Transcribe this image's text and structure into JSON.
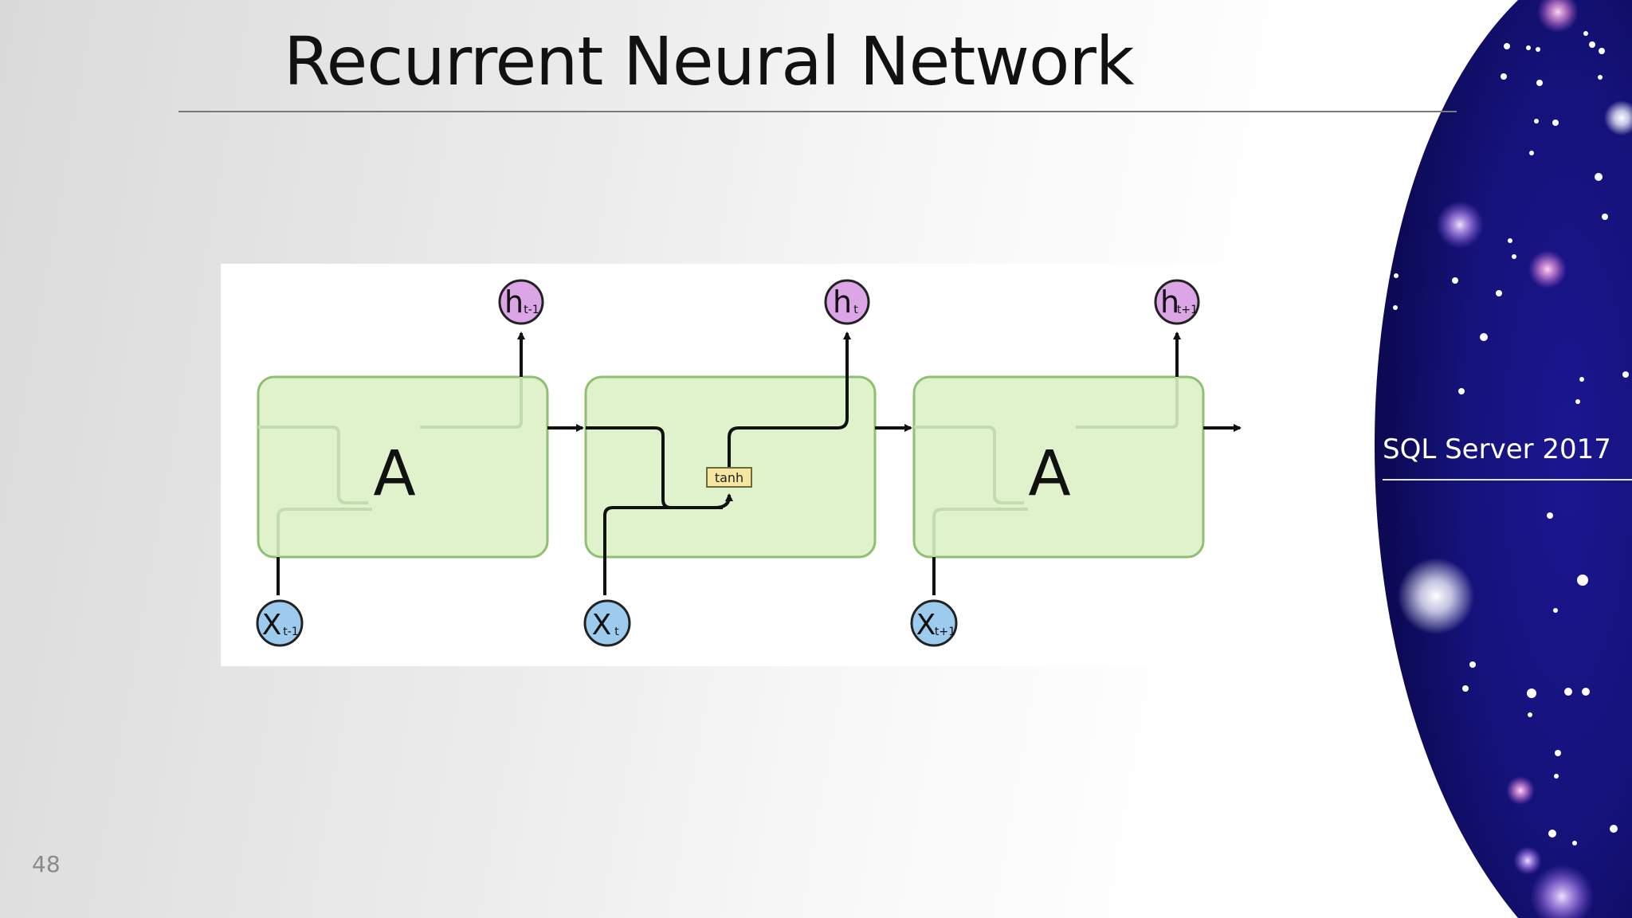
{
  "slide": {
    "title": "Recurrent Neural Network",
    "page_number": "48",
    "brand_text": "SQL Server 2017"
  },
  "diagram": {
    "cells": [
      {
        "label": "A"
      },
      {
        "label": ""
      },
      {
        "label": "A"
      }
    ],
    "activation_label": "tanh",
    "inputs": [
      {
        "base": "X",
        "sub": "t-1"
      },
      {
        "base": "X",
        "sub": "t"
      },
      {
        "base": "X",
        "sub": "t+1"
      }
    ],
    "outputs": [
      {
        "base": "h",
        "sub": "t-1"
      },
      {
        "base": "h",
        "sub": "t"
      },
      {
        "base": "h",
        "sub": "t+1"
      }
    ]
  },
  "colors": {
    "cell_fill": "#dff2cc",
    "cell_stroke": "#8fbf73",
    "input_fill": "#9ccbee",
    "output_fill": "#dba5e6",
    "tanh_fill": "#f5e6a1",
    "galaxy_bg": "#15127a"
  }
}
